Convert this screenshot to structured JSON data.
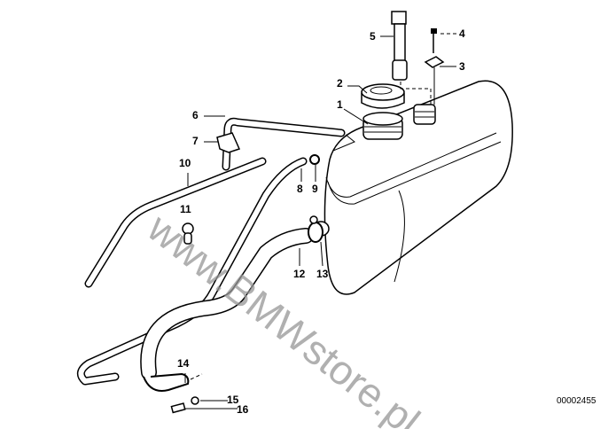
{
  "diagram": {
    "catalog_number": "00002455",
    "watermark": "www.BMWstore.pl",
    "callouts": [
      "1",
      "2",
      "3",
      "4",
      "5",
      "6",
      "7",
      "8",
      "9",
      "10",
      "11",
      "12",
      "13",
      "14",
      "15",
      "16"
    ]
  }
}
